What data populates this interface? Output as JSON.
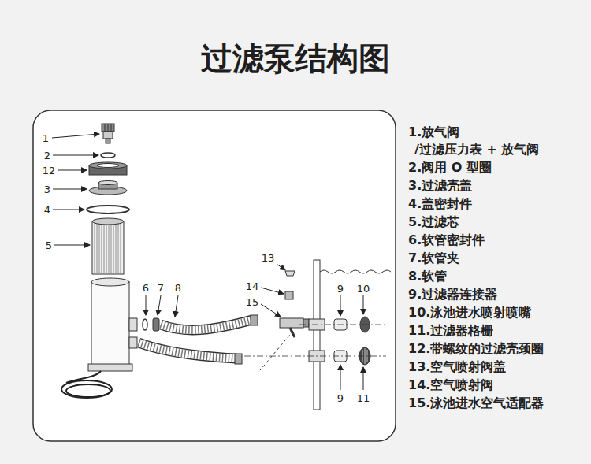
{
  "diagram": {
    "title": "过滤泵结构图",
    "labels": [
      "1",
      "2",
      "12",
      "3",
      "4",
      "5",
      "13",
      "6",
      "7",
      "8",
      "14",
      "15",
      "9",
      "10",
      "9",
      "11",
      "1.放气阀",
      "/过滤压力表 + 放气阀",
      "2.阀用 O 型圈",
      "3.过滤壳盖",
      "4.盖密封件",
      "5.过滤芯",
      "6.软管密封件",
      "7.软管夹",
      "8.软管",
      "9.过滤器连接器",
      "10.泳池进水喷射喷嘴",
      "11.过滤器格栅",
      "12.带螺纹的过滤壳颈圈",
      "13.空气喷射阀盖",
      "14.空气喷射阀",
      "15.泳池进水空气适配器"
    ]
  }
}
